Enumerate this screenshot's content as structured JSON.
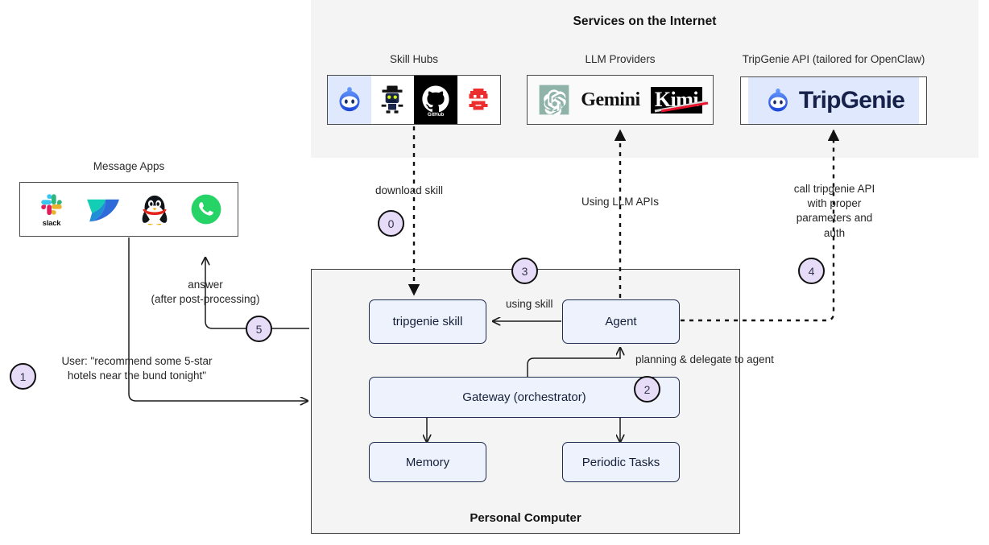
{
  "diagram": {
    "title": "OpenClaw personal agent architecture flow"
  },
  "internet": {
    "title": "Services on the Internet",
    "groups": [
      {
        "caption": "Skill Hubs",
        "logos": [
          "openclaw-genie-logo",
          "smithery-robot-logo",
          "github-logo",
          "pixel-robot-logo"
        ]
      },
      {
        "caption": "LLM Providers",
        "logos": [
          "openai-logo",
          "gemini-wordmark",
          "kimi-wordmark"
        ],
        "wordmarks": [
          "Gemini",
          "Kimi"
        ]
      },
      {
        "caption": "TripGenie API (tailored for OpenClaw)",
        "logos": [
          "tripgenie-logo"
        ],
        "wordmarks": [
          "TripGenie"
        ]
      }
    ]
  },
  "message_apps": {
    "caption": "Message Apps",
    "logos": [
      "slack-logo",
      "dingtalk-logo",
      "qq-penguin-logo",
      "whatsapp-logo"
    ],
    "slack_wordmark": "slack"
  },
  "personal_computer": {
    "label": "Personal Computer",
    "nodes": [
      {
        "id": "tripgenie-skill",
        "label": "tripgenie skill"
      },
      {
        "id": "agent",
        "label": "Agent"
      },
      {
        "id": "gateway",
        "label": "Gateway (orchestrator)"
      },
      {
        "id": "memory",
        "label": "Memory"
      },
      {
        "id": "periodic-tasks",
        "label": "Periodic Tasks"
      }
    ]
  },
  "edges": [
    {
      "id": "download-skill",
      "label": "download skill",
      "step": "0"
    },
    {
      "id": "user-request",
      "label": "User: \"recommend some 5-star\nhotels near the bund tonight\"",
      "line1": "User: \"recommend some 5-star",
      "line2": "hotels near the bund tonight\"",
      "step": "1"
    },
    {
      "id": "planning-delegate",
      "label": "planning & delegate to agent",
      "step": "2"
    },
    {
      "id": "using-llm-apis",
      "label": "Using LLM APIs",
      "step": "3"
    },
    {
      "id": "call-tripgenie-api",
      "label": "call tripgenie API with proper parameters and auth",
      "line1": "call tripgenie API",
      "line2": "with proper",
      "line3": "parameters and",
      "line4": "auth",
      "step": "4"
    },
    {
      "id": "answer",
      "label": "answer (after post-processing)",
      "line1": "answer",
      "line2": "(after post-processing)",
      "step": "5"
    },
    {
      "id": "using-skill",
      "label": "using skill"
    }
  ],
  "steps": [
    "0",
    "1",
    "2",
    "3",
    "4",
    "5"
  ],
  "colors": {
    "panel_gray": "#f4f4f4",
    "node_fill": "#eef2fc",
    "node_border": "#1f2c4d",
    "step_fill": "#e7dcf7",
    "step_border": "#111111",
    "stroke": "#2b2b2b",
    "tripgenie_blue": "#2f6ef0",
    "whatsapp_green": "#25d366",
    "kimi_red": "#e8132c"
  }
}
